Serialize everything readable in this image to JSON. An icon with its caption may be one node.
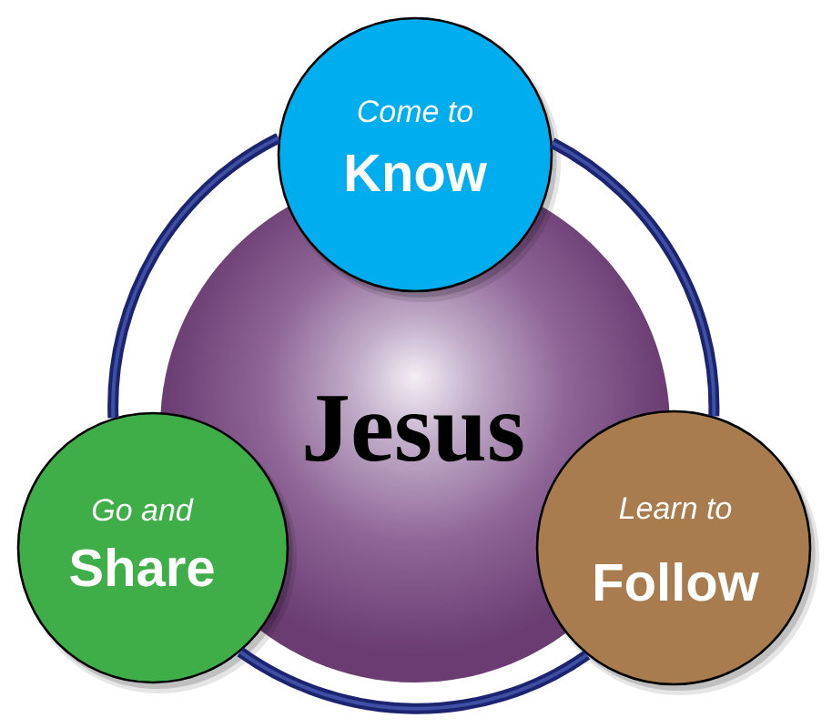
{
  "diagram": {
    "nodes": [
      {
        "text": [
          "Come to",
          "Know"
        ]
      },
      {
        "text": [
          "Jesus"
        ]
      },
      {
        "text": [
          "Go and",
          "Share"
        ]
      },
      {
        "text": [
          "Learn to",
          "Follow"
        ]
      }
    ],
    "edges": [
      {
        "from": 0,
        "to": 3,
        "arrow": "none"
      },
      {
        "from": 3,
        "to": 2,
        "arrow": "none"
      },
      {
        "from": 2,
        "to": 0,
        "arrow": "none"
      }
    ]
  }
}
